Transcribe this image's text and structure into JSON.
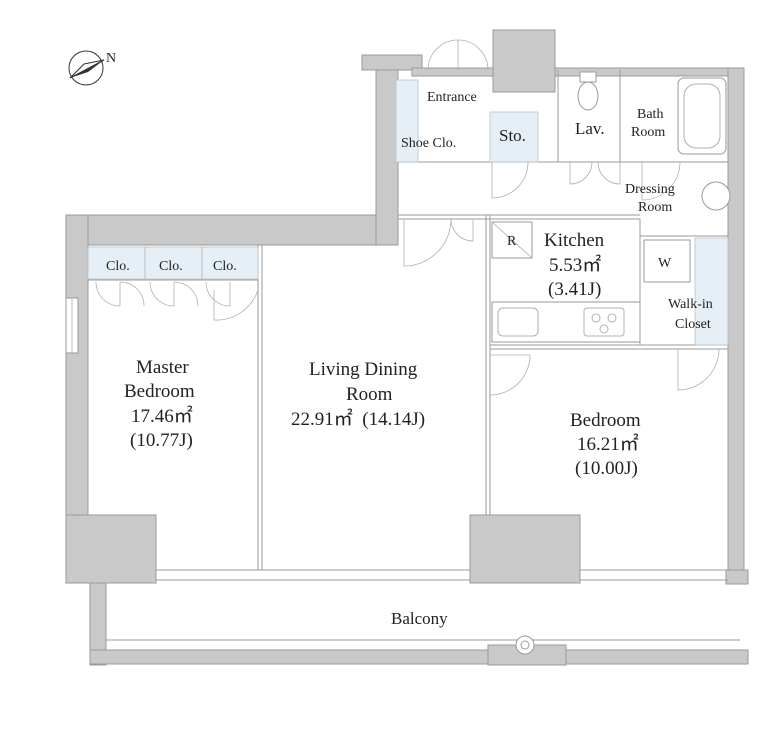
{
  "rooms": {
    "entrance": "Entrance",
    "shoe_closet": "Shoe Clo.",
    "storage": "Sto.",
    "lavatory": "Lav.",
    "bath_1": "Bath",
    "bath_2": "Room",
    "dressing_1": "Dressing",
    "dressing_2": "Room",
    "kitchen": "Kitchen",
    "kitchen_area": "5.53㎡",
    "kitchen_j": "(3.41J)",
    "refrigerator": "R",
    "washer": "W",
    "walkin_1": "Walk-in",
    "walkin_2": "Closet",
    "closet_a": "Clo.",
    "closet_b": "Clo.",
    "closet_c": "Clo.",
    "master_1": "Master",
    "master_2": "Bedroom",
    "master_area": "17.46㎡",
    "master_j": "(10.77J)",
    "ldr_1": "Living Dining",
    "ldr_2": "Room",
    "ldr_area": "22.91㎡  (14.14J)",
    "bedroom": "Bedroom",
    "bedroom_area": "16.21㎡",
    "bedroom_j": "(10.00J)",
    "balcony": "Balcony"
  },
  "compass": {
    "label": "N",
    "icon": "north-arrow-icon"
  },
  "colors": {
    "wall": "#c9c9c9",
    "closet": "#e6eef6",
    "line": "#9a9a9a"
  }
}
